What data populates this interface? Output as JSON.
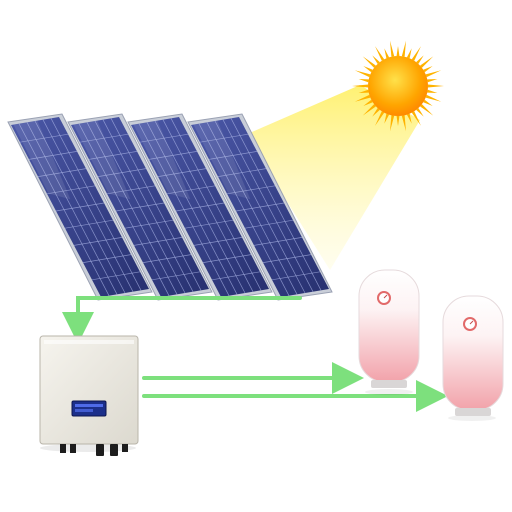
{
  "colors": {
    "background": "#ffffff",
    "sun_core": "#ff9a00",
    "sun_rays": "#ffb300",
    "sunbeam": "#fff27a",
    "panel_cell": "#33408e",
    "panel_frame": "#c9ced8",
    "flow_arrow": "#7de07d",
    "inverter_body": "#eceae2",
    "inverter_display": "#1c2f8a",
    "heater_top": "#ffffff",
    "heater_bottom": "#f3a3aa",
    "gauge_ring": "#e26a6a"
  },
  "icons": {
    "sun": "sun-icon",
    "solar_panel": "solar-panel-icon",
    "inverter": "inverter-icon",
    "water_heater": "water-heater-icon",
    "gauge": "gauge-icon"
  },
  "diagram": {
    "panel_count": 4,
    "heater_count": 2,
    "flows": [
      {
        "from": "solar-panels",
        "to": "inverter"
      },
      {
        "from": "inverter",
        "to": "water-heater-1"
      },
      {
        "from": "inverter",
        "to": "water-heater-2"
      }
    ]
  }
}
